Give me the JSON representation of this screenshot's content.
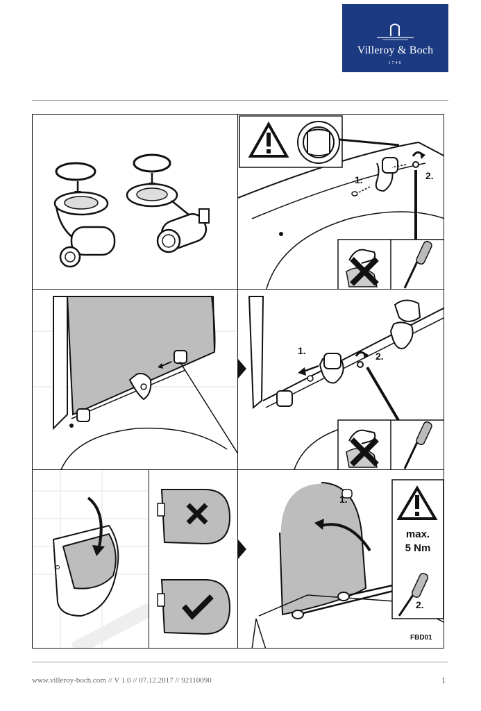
{
  "header": {
    "brand_name": "Villeroy & Boch",
    "brand_year": "1748",
    "brand_color": "#1c3a82"
  },
  "steps": {
    "label_1": "1.",
    "label_2": "2."
  },
  "warning": {
    "max_label": "max.",
    "torque_value": "5 Nm"
  },
  "figure_code": "FBD01",
  "footer": {
    "text": "www.villeroy-boch.com // V 1.0 // 07.12.2017 // 92110090",
    "page_number": "1"
  },
  "icons": [
    "warning-triangle-icon",
    "screwdriver-icon",
    "no-hand-tighten-icon",
    "cross-icon",
    "check-icon",
    "rotate-arrow-icon"
  ]
}
